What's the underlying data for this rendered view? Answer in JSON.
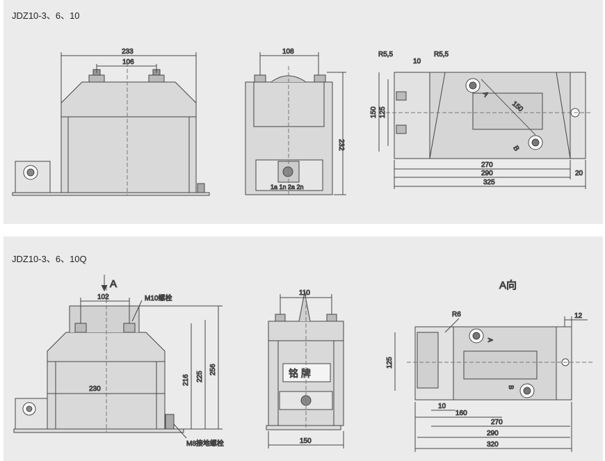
{
  "top": {
    "title": "JDZ10-3、6、10",
    "front": {
      "w233": "233",
      "w106": "106"
    },
    "side": {
      "w108": "108",
      "h232": "232",
      "terminals": "1a 1n 2a 2n"
    },
    "plan": {
      "r1": "R5,5",
      "r2": "R5,5",
      "w10": "10",
      "d150": "150",
      "h150": "150",
      "h125": "125",
      "w270": "270",
      "w290": "290",
      "w325": "325",
      "w20": "20",
      "markA": "A",
      "markB": "B"
    }
  },
  "bottom": {
    "title": "JDZ10-3、6、10Q",
    "front": {
      "arrow": "A",
      "w102": "102",
      "bolt": "M10螺栓",
      "w230": "230",
      "h216": "216",
      "h225": "225",
      "h256": "256",
      "ground": "M8接地螺栓"
    },
    "side": {
      "w110": "110",
      "w150": "150",
      "nameplate": "铭   牌"
    },
    "view": {
      "title": "A向",
      "r6": "R6",
      "w12": "12",
      "h125": "125",
      "w10": "10",
      "w160": "160",
      "w270": "270",
      "w290": "290",
      "w320": "320",
      "markA": "A",
      "markB": "B"
    }
  }
}
